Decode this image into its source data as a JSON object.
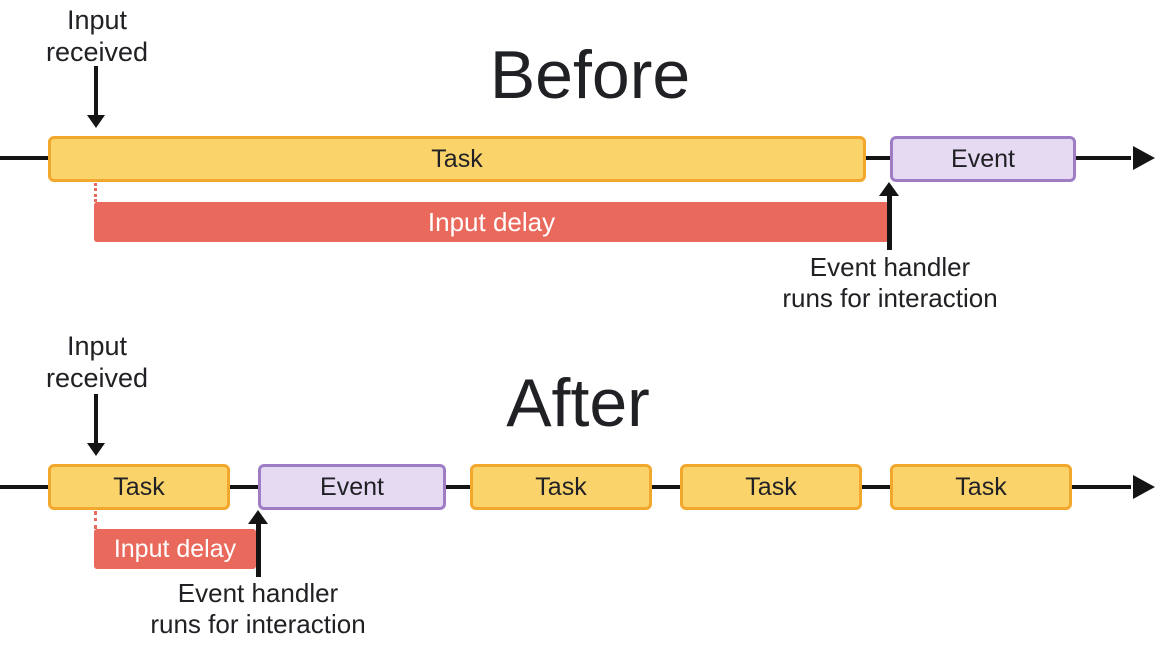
{
  "colors": {
    "task_fill": "#FBD36B",
    "task_border": "#F1A82C",
    "event_fill": "#E6D9F2",
    "event_border": "#9F7DC4",
    "input_delay_fill": "#E96A5C",
    "input_delay_text": "#FFFFFF",
    "line_and_arrows": "#141414",
    "text": "#202124"
  },
  "before": {
    "title": "Before",
    "input_received_lines": [
      "Input",
      "received"
    ],
    "segments": [
      {
        "type": "task",
        "label": "Task"
      },
      {
        "type": "event",
        "label": "Event"
      }
    ],
    "input_delay_label": "Input delay",
    "event_handler_lines": [
      "Event handler",
      "runs for interaction"
    ]
  },
  "after": {
    "title": "After",
    "input_received_lines": [
      "Input",
      "received"
    ],
    "segments": [
      {
        "type": "task",
        "label": "Task"
      },
      {
        "type": "event",
        "label": "Event"
      },
      {
        "type": "task",
        "label": "Task"
      },
      {
        "type": "task",
        "label": "Task"
      },
      {
        "type": "task",
        "label": "Task"
      }
    ],
    "input_delay_label": "Input delay",
    "event_handler_lines": [
      "Event handler",
      "runs for interaction"
    ]
  }
}
